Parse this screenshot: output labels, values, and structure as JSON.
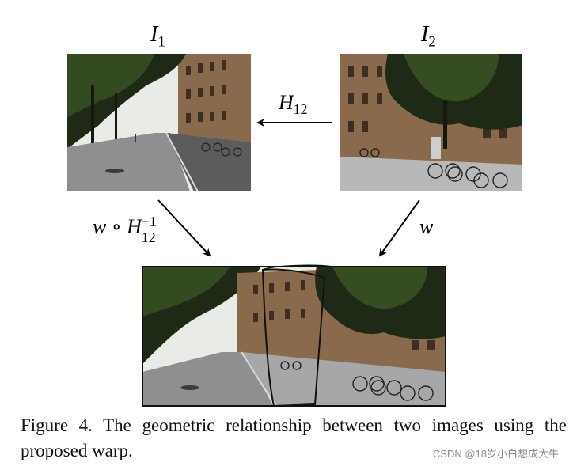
{
  "labels": {
    "image1": {
      "symbol": "I",
      "subscript": "1"
    },
    "image2": {
      "symbol": "I",
      "subscript": "2"
    },
    "homography": {
      "symbol": "H",
      "subscript": "12"
    },
    "warp_composite": {
      "prefix": "w ∘ H",
      "subscript": "12",
      "superscript": "−1"
    },
    "warp": {
      "symbol": "w"
    }
  },
  "caption": "Figure 4. The geometric relationship between two images using the proposed warp.",
  "watermark": "CSDN @18岁小白想成大牛",
  "colors": {
    "foliage_dark": "#1f2a16",
    "foliage": "#3d5a26",
    "brick": "#8a6a4c",
    "road": "#8f8f92",
    "sky": "#e9ece6",
    "frame": "#111111"
  }
}
